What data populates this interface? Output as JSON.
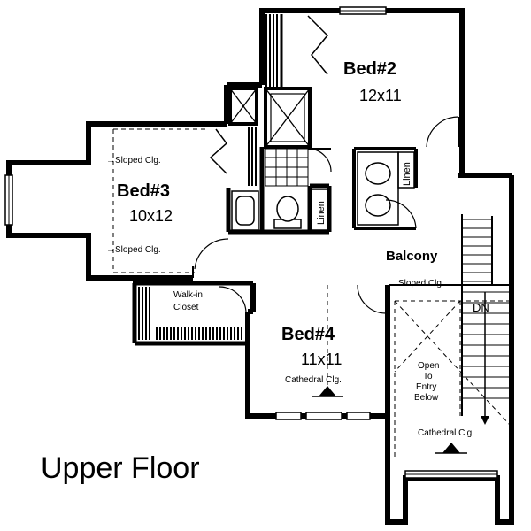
{
  "plan": {
    "title": "Upper Floor",
    "rooms": {
      "bed2": {
        "name": "Bed#2",
        "size": "12x11"
      },
      "bed3": {
        "name": "Bed#3",
        "size": "10x12"
      },
      "bed4": {
        "name": "Bed#4",
        "size": "11x11"
      }
    },
    "labels": {
      "sloped_clg_bed3_top": "Sloped Clg.",
      "sloped_clg_bed3_bottom": "Sloped Clg.",
      "linen_1": "Linen",
      "linen_2": "Linen",
      "balcony": "Balcony",
      "sloped_clg_balcony": "Sloped Clg.",
      "walk_in_line1": "Walk-in",
      "walk_in_line2": "Closet",
      "cathedral_clg_bed4": "Cathedral Clg.",
      "stair_dn": "DN",
      "open_line1": "Open",
      "open_line2": "To",
      "open_line3": "Entry",
      "open_line4": "Below",
      "cathedral_clg_stair": "Cathedral Clg."
    }
  },
  "colors": {
    "wall": "#000000",
    "background": "#ffffff"
  }
}
